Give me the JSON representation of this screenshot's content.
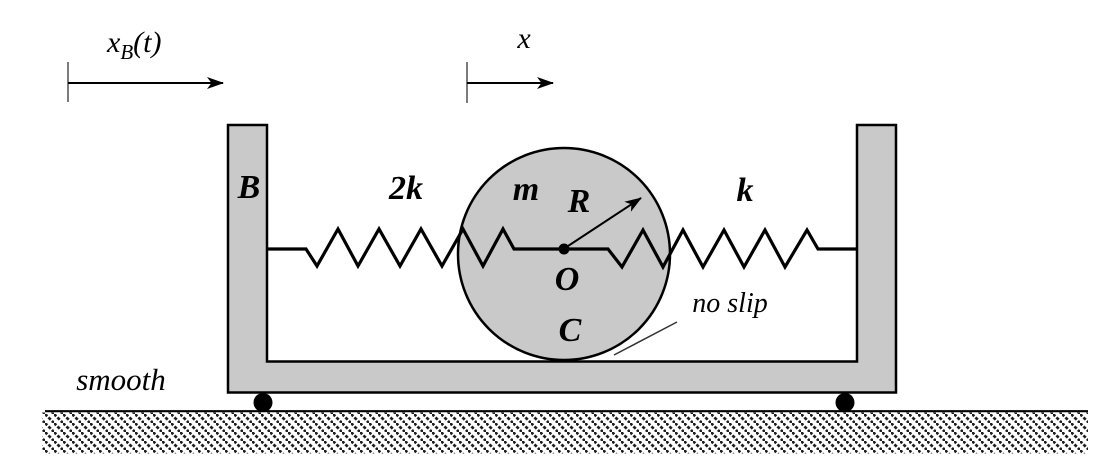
{
  "figure": {
    "axes": {
      "base": {
        "symbol": "x",
        "subscript": "B",
        "suffix": "(t)"
      },
      "disk": {
        "symbol": "x"
      }
    },
    "labels": {
      "base_block": "B",
      "left_spring": "2k",
      "disk_mass": "m",
      "disk_radius": "R",
      "right_spring": "k",
      "disk_center": "O",
      "contact_point": "C",
      "no_slip": "no slip",
      "smooth": "smooth"
    },
    "colors": {
      "body_fill": "#c9c9c9",
      "line": "#000000",
      "background": "#ffffff"
    }
  }
}
